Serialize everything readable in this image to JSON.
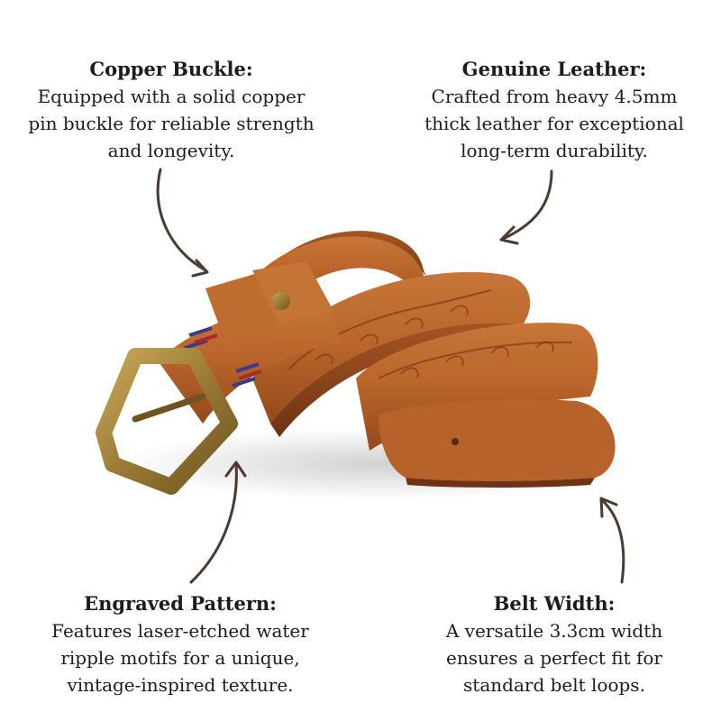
{
  "callouts": {
    "copper_buckle": {
      "title": "Copper Buckle:",
      "description": "Equipped with a solid copper pin buckle for reliable strength and longevity."
    },
    "genuine_leather": {
      "title": "Genuine Leather:",
      "description": "Crafted from heavy 4.5mm thick leather for exceptional long-term durability."
    },
    "engraved_pattern": {
      "title": "Engraved Pattern:",
      "description": "Features laser-etched water ripple motifs for a unique, vintage-inspired texture."
    },
    "belt_width": {
      "title": "Belt Width:",
      "description": "A versatile 3.3cm width ensures a perfect fit for standard belt loops."
    }
  },
  "colors": {
    "leather": "#b8642a",
    "leather_dark": "#8a4418",
    "brass": "#9a7a34",
    "arrow": "#4a3a30",
    "text": "#1f1b18"
  }
}
